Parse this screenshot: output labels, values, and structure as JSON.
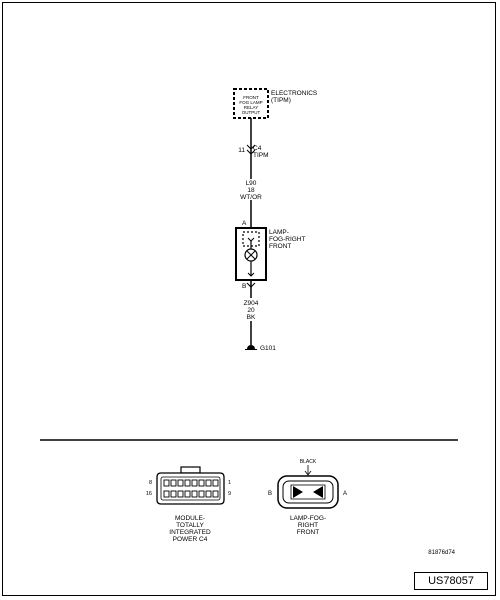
{
  "tipm": {
    "box_lines": [
      "FRONT",
      "FOG LAMP",
      "RELAY",
      "OUTPUT"
    ],
    "label_lines": [
      "ELECTRONICS",
      "(TIPM)"
    ]
  },
  "connector_c4": {
    "pin": "11",
    "name_lines": [
      "C4",
      "TIPM"
    ]
  },
  "wire_l90": {
    "lines": [
      "L90",
      "18",
      "WT/OR"
    ]
  },
  "lamp": {
    "pin_a": "A",
    "pin_b": "B",
    "label_lines": [
      "LAMP-",
      "FOG-RIGHT",
      "FRONT"
    ]
  },
  "wire_z904": {
    "lines": [
      "Z904",
      "20",
      "BK"
    ]
  },
  "ground": {
    "label": "G101"
  },
  "module_connector": {
    "pin_top_left": "8",
    "pin_bottom_left": "16",
    "pin_top_right": "1",
    "pin_bottom_right": "9",
    "label_lines": [
      "MODULE-",
      "TOTALLY",
      "INTEGRATED",
      "POWER C4"
    ]
  },
  "lamp_connector": {
    "color": "BLACK",
    "pin_left": "B",
    "pin_right": "A",
    "label_lines": [
      "LAMP-FOG-",
      "RIGHT",
      "FRONT"
    ]
  },
  "figure_id": "81876d74",
  "part_number": "US78057"
}
